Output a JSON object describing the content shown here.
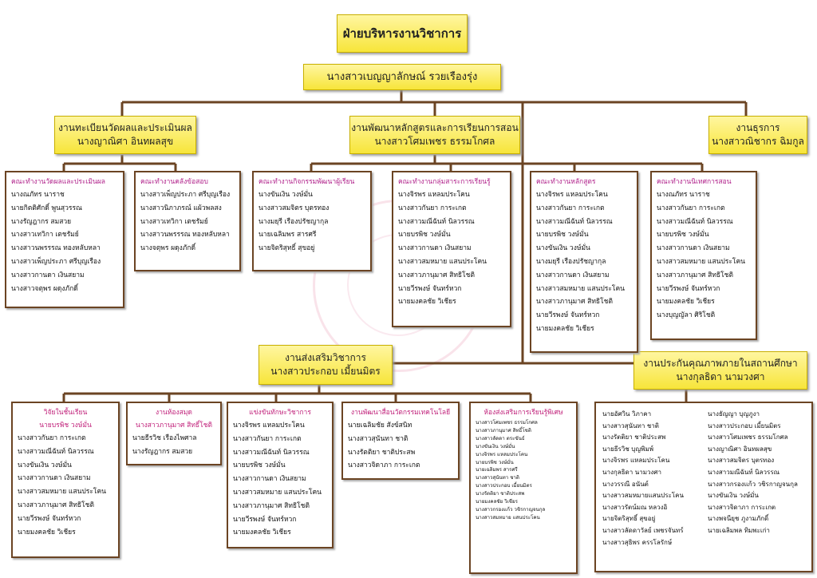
{
  "root": {
    "title": "ฝ่ายบริหารงานวิชาการ",
    "head": "นางสาวเบญญาลักษณ์ รวยเรืองรุ่ง"
  },
  "departments": {
    "registration": {
      "title": "งานทะเบียนวัดผลและประเมินผล",
      "head": "นางญาณิศา อินทผลสุข"
    },
    "curriculum": {
      "title": "งานพัฒนาหลักสูตรและการเรียนการสอน",
      "head": "นางสาวโศมเพชร ธรรมโกศล"
    },
    "general": {
      "title": "งานธุรการ",
      "head": "นางสาวณิชากร ฉิมกูล"
    },
    "promotion": {
      "title": "งานส่งเสริมวิชาการ",
      "head": "นางสาวประกอบ เมี้ยนมิตร"
    },
    "qa": {
      "title": "งานประกันคุณภาพภายในสถานศึกษา",
      "head": "นางกุลธิดา นามวงศา"
    }
  },
  "committees": {
    "measurement": {
      "title": "คณะทำงานวัดผลและประเมินผล",
      "members": [
        "นางณภัทร นาราช",
        "นายกิตติศักดิ์ พูนสุวรรณ",
        "นางรัญฎากร สมสวย",
        "นางสาวเทวิกา เตชรัมย์",
        "นางสาวนพรรรณ ทองหลับหลา",
        "นางสาวเพ็ญประภา ศรีบุญเรือง",
        "นางสาวกานดา เงินสยาม",
        "นางสาวจตุพร ผดุงภักดิ์"
      ]
    },
    "testbank": {
      "title": "คณะทำงานคลังข้อสอบ",
      "members": [
        "นางสาวเพ็ญประภา ศรีบุญเรือง",
        "นางสาวนิภาภรณ์ แผ้วพลสง",
        "นางสาวเทวิกา เตชรัมย์",
        "นางสาวนพรรรณ ทองหลับหลา",
        "นางจตุพร ผดุงภักดิ์"
      ]
    },
    "learner_dev": {
      "title": "คณะทำงานกิจกรรมพัฒนาผู้เรียน",
      "members": [
        "นางขันเงิน วงษ์มั่น",
        "นางสาวสมจิตร บุตรทอง",
        "นางมยุรี เรืองปรัชญากุล",
        "นายเฉลิมพร สารศรี",
        "นายจิตริสุทธิ์ สุขอยู่"
      ]
    },
    "subject_groups": {
      "title": "คณะทำงานกลุ่มสาระการเรียนรู้",
      "members": [
        "นางจิรพร แหลมประโคน",
        "นางสาวกันยา การะเกต",
        "นางสาวมณีฉันท์ นิลวรรณ",
        "นายบรพิช วงษ์มั่น",
        "นางสาวกานดา เงินสยาม",
        "นางสาวสมหมาย แสนประโคน",
        "นางสาวภานุมาศ สิทธิโชติ",
        "นายวีรพงษ์ จันทร์หวก",
        "นายมงคลชัย วิเชียร"
      ]
    },
    "curriculum_team": {
      "title": "คณะทำงานหลักสูตร",
      "members": [
        "นางจิรพร แหลมประโคน",
        "นางสาวกันยา การะเกต",
        "นางสาวมณีฉันท์ นิลวรรณ",
        "นายบรพิช วงษ์มั่น",
        "นางขันเงิน วงษ์มั่น",
        "นางมยุรี เรืองปรัชญากุล",
        "นางสาวกานดา เงินสยาม",
        "นางสาวสมหมาย แสนประโคน",
        "นางสาวภานุมาศ สิทธิโชติ",
        "นายวีรพงษ์ จันทร์หวก",
        "นายมงคลชัย วิเชียร"
      ]
    },
    "supervision": {
      "title": "คณะทำงานนิเทศการสอน",
      "members": [
        "นางณภัทร นาราช",
        "นางสาวกันยา การะเกต",
        "นางสาวมณีฉันท์ นิลวรรณ",
        "นายบรพิช วงษ์มั่น",
        "นางสาวกานดา เงินสยาม",
        "นางสาวสมหมาย แสนประโคน",
        "นางสาวภานุมาศ สิทธิโชติ",
        "นายวีรพงษ์ จันทร์หวก",
        "นายมงคลชัย วิเชียร",
        "นางบุญญัลา ศิริโชติ"
      ]
    },
    "research": {
      "title": "วิจัยในชั้นเรียน",
      "subtitle": "นายบรพิช วงษ์มั่น",
      "members": [
        "นางสาวกันยา การะเกต",
        "นางสาวมณีฉันท์ นิลวรรณ",
        "นางขันเงิน วงษ์มั่น",
        "นางสาวกานดา เงินสยาม",
        "นางสาวสมหมาย แสนประโคน",
        "นางสาวภานุมาศ สิทธิโชติ",
        "นายวีรพงษ์ จันทร์หวก",
        "นายมงคลชัย วิเชียร"
      ]
    },
    "library": {
      "title": "งานห้องสมุด",
      "subtitle": "นางสาวภานุมาศ สิทธิ์โชติ",
      "members": [
        "นายธีรวิช เรืองไพศาล",
        "นางรัญฎากร สมสวย"
      ]
    },
    "competition": {
      "title": "แข่งขันทักษะวิชาการ",
      "members": [
        "นางจิรพร แหลมประโคน",
        "นางสาวกันยา การะเกต",
        "นางสาวมณีฉันท์ นิลวรรณ",
        "นายบรพิช วงษ์มั่น",
        "นางสาวกานดา เงินสยาม",
        "นางสาวสมหมาย แสนประโคน",
        "นางสาวภานุมาศ สิทธิโชติ",
        "นายวีรพงษ์ จันทร์หวก",
        "นายมงคลชัย วิเชียร"
      ]
    },
    "media": {
      "title": "งานพัฒนาสื่อนวัตกรรมเทคโนโลยี",
      "members": [
        "นายเฉลิมชัย สังข์สนิท",
        "นางสาวสุนันทา ชาติ",
        "นางรัตติยา ชาติประสพ",
        "นางสาวจิดาภา การะเกต"
      ]
    },
    "special_rooms": {
      "title": "ห้องส่งเสริมการเรียนรู้พิเศษ",
      "members": [
        "นางสาวโศมเพชร ธรรมโกศล",
        "นางสาวภานุมาศ สิทธิ์โชติ",
        "นางสาวลัดดา ตระขันธ์",
        "นางขันเงิน วงษ์มั่น",
        "นางจิรพร แหลมประโคน",
        "นายบรพิช วงษ์มั่น",
        "นายเฉลิมพร สารศรี",
        "นางสาวสุนันทา ชาติ",
        "นางสาวประกอบ เมี้ยนมิตร",
        "นางรัตติยา ชาติประสพ",
        "นายมงคลชัย วิเชียร",
        "นางสาวกรองแก้ว วชิรกาญจนกุล",
        "นางสาวสมหมาย แสนประโคน"
      ]
    },
    "qa_members": {
      "left": [
        "นายอัศวิน วิภาคา",
        "นางสาวสุนันทา ชาติ",
        "นางรัตติยา ชาติประสพ",
        "นายธีรวิช บุญพิมพ์",
        "นางจิรพร แหลมประโคน",
        "นางกุลธิดา นามวงศา",
        "นางวรรณี อนันต์",
        "นางสาวสมหมายแสนประโคน",
        "นางสาวรัตน์มณ หลวงอิ",
        "นายจิตริสุทธิ์ สุขอยู่",
        "นางสาวลัดดาวัลย์ เพชรจันทร์",
        "นางสาวสุธิพร ครรโลรักษ์"
      ],
      "right": [
        "นางธัญญา บุญภูงา",
        "นางสาวประกอบ เมี้ยนมิตร",
        "นางสาวโศมเพชร ธรรมโกศล",
        "นางญาณิศา อินทผลสุข",
        "นางสาวสมจิตร บุตรทอง",
        "นางสาวมณีฉันท์ นิลวรรณ",
        "นางสาวกรองแก้ว วชิรกาญจนกุล",
        "นางขันเงิน วงษ์มั่น",
        "นางสาวจิดาภา การะเกต",
        "นางพจนียุช ภูงามภักดิ์",
        "นายเฉลิมพล ทิมพะเก่า"
      ]
    }
  }
}
